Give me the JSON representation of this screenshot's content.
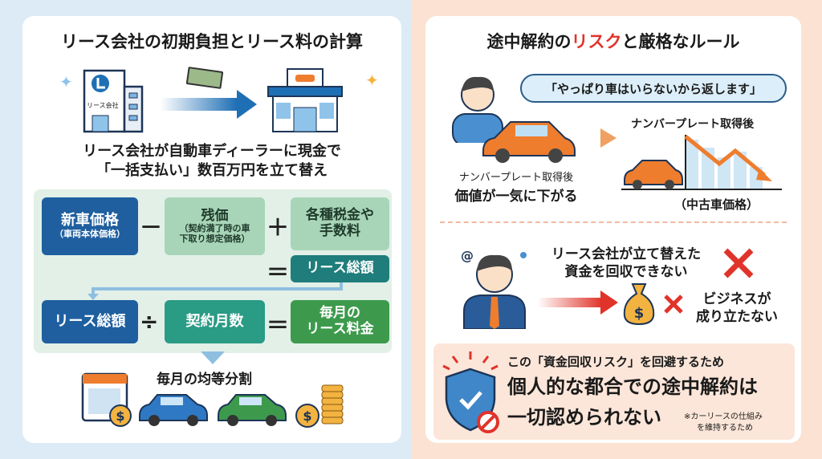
{
  "left": {
    "title": "リース会社の初期負担とリース料の計算",
    "building_label": "リース会社",
    "caption_line1": "リース会社が自動車ディーラーに現金で",
    "caption_line2": "「一括支払い」数百万円を立て替え",
    "formula": {
      "new_price": "新車価格",
      "new_price_sub": "（車両本体価格）",
      "minus": "－",
      "residual": "残価",
      "residual_sub1": "（契約満了時の車",
      "residual_sub2": "下取り想定価格）",
      "plus": "＋",
      "fees_line1": "各種税金や",
      "fees_line2": "手数料",
      "equals": "＝",
      "lease_total": "リース総額",
      "lease_total_2": "リース総額",
      "divide": "÷",
      "months": "契約月数",
      "equals2": "＝",
      "monthly_line1": "毎月の",
      "monthly_line2": "リース料金"
    },
    "installment_label": "毎月の均等分割"
  },
  "right": {
    "title_pre": "途中解約の",
    "title_risk": "リスク",
    "title_post": "と厳格なルール",
    "speech": "「やっぱり車はいらないから返します」",
    "plate_label_left": "ナンバープレート取得後",
    "value_drop": "価値が一気に下がる",
    "plate_label_right": "ナンバープレート取得後",
    "used_price": "（中古車価格）",
    "cannot_recover_line1": "リース会社が立て替えた",
    "cannot_recover_line2": "資金を回収できない",
    "business_line1": "ビジネスが",
    "business_line2": "成り立たない",
    "rule_intro": "この「資金回収リスク」を回避するため",
    "rule_line1": "個人的な都合での途中解約は",
    "rule_line2": "一切認められない",
    "note_line1": "※カーリースの仕組み",
    "note_line2": "を維持するため"
  },
  "colors": {
    "blue": "#1f5f9f",
    "teal": "#1f7d7b",
    "green": "#3d9a4c",
    "lightgreen": "#a8d5b8",
    "orange": "#ee7d2e",
    "red": "#e0332a"
  }
}
